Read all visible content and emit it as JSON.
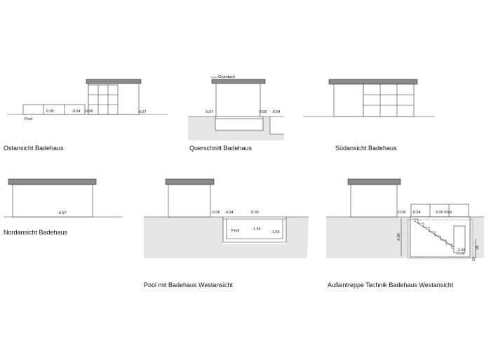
{
  "drawings": {
    "ost": {
      "caption": "Ostansicht Badehaus",
      "labels": [
        "0.00",
        "-0.04",
        "-0.06",
        "-0.07",
        "Pool"
      ]
    },
    "quer": {
      "caption": "Querschnitt Badehaus",
      "labels": [
        "Gründach",
        "-0.07",
        "-0.06",
        "-0.04"
      ]
    },
    "sued": {
      "caption": "Südansicht Badehaus"
    },
    "nord": {
      "caption": "Nordansicht Badehaus",
      "labels": [
        "-0.07"
      ]
    },
    "pool": {
      "caption": "Pool mit Badehaus Westansicht",
      "labels": [
        "-0.06",
        "-0.04",
        "0.00",
        "Pool",
        "-1.35",
        "-1.56"
      ]
    },
    "treppe": {
      "caption": "Außentreppe Technik Badehaus Westansicht",
      "labels": [
        "-0.06",
        "-0.04",
        "0.00 Pool",
        "3.00",
        "-2.95",
        "15",
        "16"
      ]
    }
  },
  "colors": {
    "roof": "#8a8a8a",
    "ground": "#e6e6e6",
    "line": "#333333"
  }
}
